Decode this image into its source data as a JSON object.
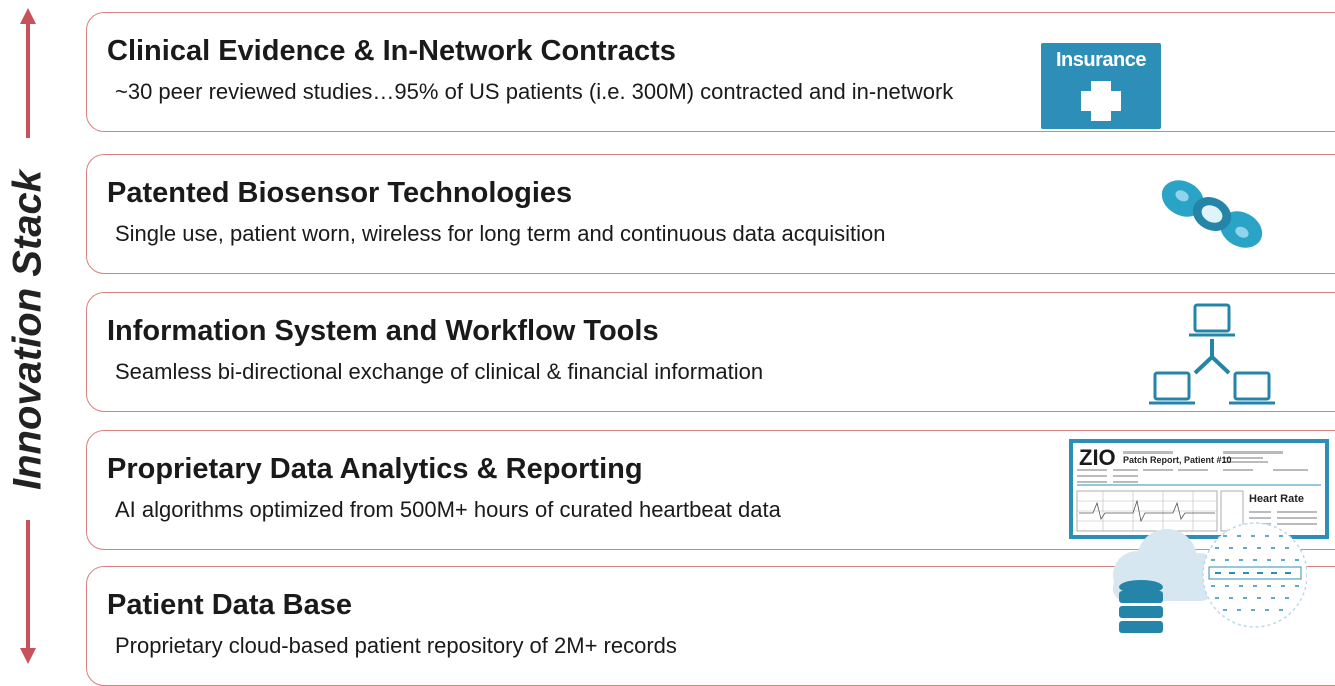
{
  "axis": {
    "label": "Innovation Stack",
    "color": "#c8525a"
  },
  "layers": [
    {
      "title": "Clinical Evidence & In-Network Contracts",
      "description": "~30 peer reviewed studies…95% of US patients (i.e. 300M) contracted and in-network",
      "icon": "insurance-icon",
      "icon_text": "Insurance"
    },
    {
      "title": "Patented Biosensor Technologies",
      "description": "Single use, patient worn, wireless for long term and continuous data acquisition",
      "icon": "biosensor-patch-icon"
    },
    {
      "title": "Information System and Workflow Tools",
      "description": "Seamless bi-directional exchange of clinical & financial information",
      "icon": "network-computers-icon"
    },
    {
      "title": "Proprietary Data Analytics & Reporting",
      "description": "AI algorithms optimized from 500M+ hours of curated heartbeat data",
      "icon": "report-icon",
      "icon_text": {
        "logo": "ZIO",
        "report_title": "Patch Report, Patient #10",
        "section": "Heart Rate"
      }
    },
    {
      "title": "Patient Data Base",
      "description": "Proprietary cloud-based patient repository of 2M+ records",
      "icon": "cloud-database-icon"
    }
  ],
  "colors": {
    "border": "#d98080",
    "accent": "#2d8fb8",
    "arrow": "#c8525a"
  }
}
